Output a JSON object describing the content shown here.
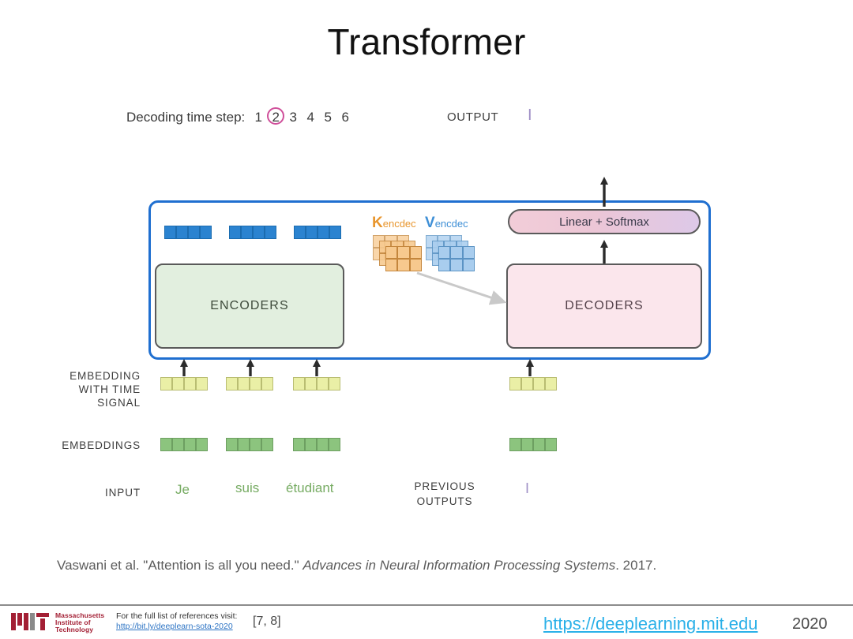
{
  "slide": {
    "title": "Transformer",
    "decoding": {
      "label": "Decoding time step:",
      "steps": [
        "1",
        "2",
        "3",
        "4",
        "5",
        "6"
      ],
      "active_step": "2",
      "active_color": "#cf4f9a"
    },
    "output": {
      "label": "OUTPUT",
      "token": "I",
      "token_color": "#9f8fc6"
    }
  },
  "diagram": {
    "frame_color": "#1f6fd0",
    "encoders": {
      "label": "ENCODERS",
      "fill": "#e2efdf",
      "token_rows": [
        {
          "name": "blue-token-row-1",
          "cells": 4,
          "color": "#2b83d0"
        },
        {
          "name": "blue-token-row-2",
          "cells": 4,
          "color": "#2b83d0"
        },
        {
          "name": "blue-token-row-3",
          "cells": 4,
          "color": "#2b83d0"
        }
      ]
    },
    "decoders": {
      "label": "DECODERS",
      "fill": "#fbe6ec"
    },
    "linear_softmax": {
      "label": "Linear + Softmax"
    },
    "attention_memory": [
      {
        "name": "k-encdec",
        "big": "K",
        "sub": "encdec",
        "color": "#e8962e",
        "cell_fill": "#f7c98e",
        "planes": 3,
        "cols": 3,
        "rows": 2
      },
      {
        "name": "v-encdec",
        "big": "V",
        "sub": "encdec",
        "color": "#3e8fd6",
        "cell_fill": "#a9cdee",
        "planes": 3,
        "cols": 3,
        "rows": 2
      }
    ]
  },
  "rows": {
    "embedding_with_time_signal": {
      "label": "EMBEDDING\nWITH TIME\nSIGNAL",
      "label_lines": [
        "EMBEDDING",
        "WITH TIME",
        "SIGNAL"
      ],
      "cell_color": "#eaefa6",
      "cells_per_block": 4,
      "blocks": 4
    },
    "embeddings": {
      "label": "EMBEDDINGS",
      "cell_color": "#8cc47e",
      "cells_per_block": 4,
      "blocks": 4
    },
    "input": {
      "label": "INPUT",
      "words": [
        "Je",
        "suis",
        "étudiant"
      ],
      "word_color": "#76ab62"
    },
    "previous_outputs": {
      "label_lines": [
        "PREVIOUS",
        "OUTPUTS"
      ],
      "token": "I",
      "token_color": "#9f8fc6"
    }
  },
  "citation": {
    "prefix": "Vaswani et al. \"Attention is all you need.\" ",
    "italic": "Advances in Neural Information Processing Systems",
    "suffix": ". 2017."
  },
  "footer": {
    "mit_wordmark_lines": [
      "Massachusetts",
      "Institute of",
      "Technology"
    ],
    "reference_text": "For the full list of references visit:",
    "reference_link": "http://bit.ly/deeplearn-sota-2020",
    "reference_numbers": "[7, 8]",
    "site_link": "https://deeplearning.mit.edu",
    "year": "2020"
  }
}
